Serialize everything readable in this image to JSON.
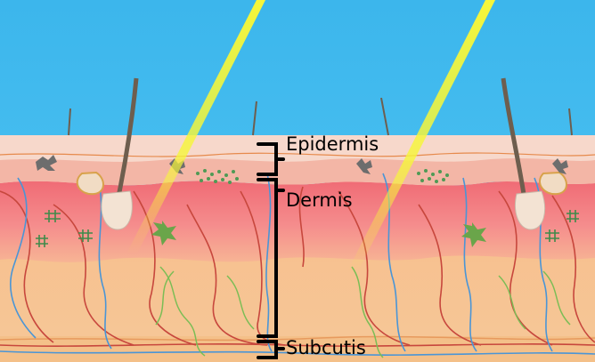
{
  "labels": {
    "epidermis": "Epidermis",
    "dermis": "Dermis",
    "subcutis": "Subcutis"
  },
  "colors": {
    "sky": "#3cb6ec",
    "epidermis": "#f6d3c7",
    "epidermis_base": "#f3b9ac",
    "dermis": "#f0727a",
    "dermis_light": "#f59a95",
    "subcutis": "#f9c98e",
    "subcutis_base": "#f5b980",
    "vessel_red": "#c9453c",
    "vessel_blue": "#4d97d6",
    "nerve_green": "#7fbf5a",
    "hair": "#7a6a58",
    "sunbeam": "#f2f23a",
    "bracket": "#000000"
  },
  "icons": [
    "hair-follicle-icon",
    "melanocyte-icon",
    "sweat-gland-icon",
    "fibroblast-icon"
  ]
}
